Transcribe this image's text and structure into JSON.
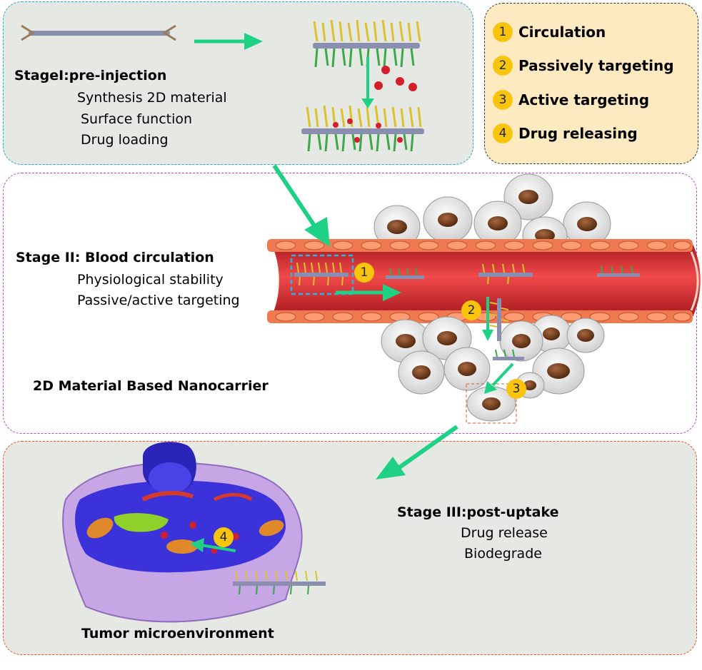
{
  "stage1": {
    "title": "StageI:pre-injection",
    "lines": [
      "Synthesis 2D material",
      "Surface function",
      "Drug  loading"
    ]
  },
  "legend": {
    "items": [
      {
        "num": "1",
        "label": "Circulation"
      },
      {
        "num": "2",
        "label": "Passively targeting"
      },
      {
        "num": "3",
        "label": "Active targeting"
      },
      {
        "num": "4",
        "label": "Drug releasing"
      }
    ]
  },
  "stage2": {
    "title": "Stage II: Blood circulation",
    "lines": [
      "Physiological stability",
      "Passive/active targeting"
    ],
    "caption": "2D Material Based Nanocarrier"
  },
  "stage3": {
    "title": "Stage III:post-uptake",
    "lines": [
      "Drug release",
      "Biodegrade"
    ],
    "caption": "Tumor microenvironment"
  },
  "markers": {
    "m1": "1",
    "m2": "2",
    "m3": "3",
    "m4": "4"
  },
  "colors": {
    "arrow": "#1fd184",
    "badge": "#f9c50c",
    "vessel": "#e0202a",
    "stage1_border": "#23a5d8",
    "stage2_border": "#c043d8",
    "stage3_border": "#e8551e"
  }
}
